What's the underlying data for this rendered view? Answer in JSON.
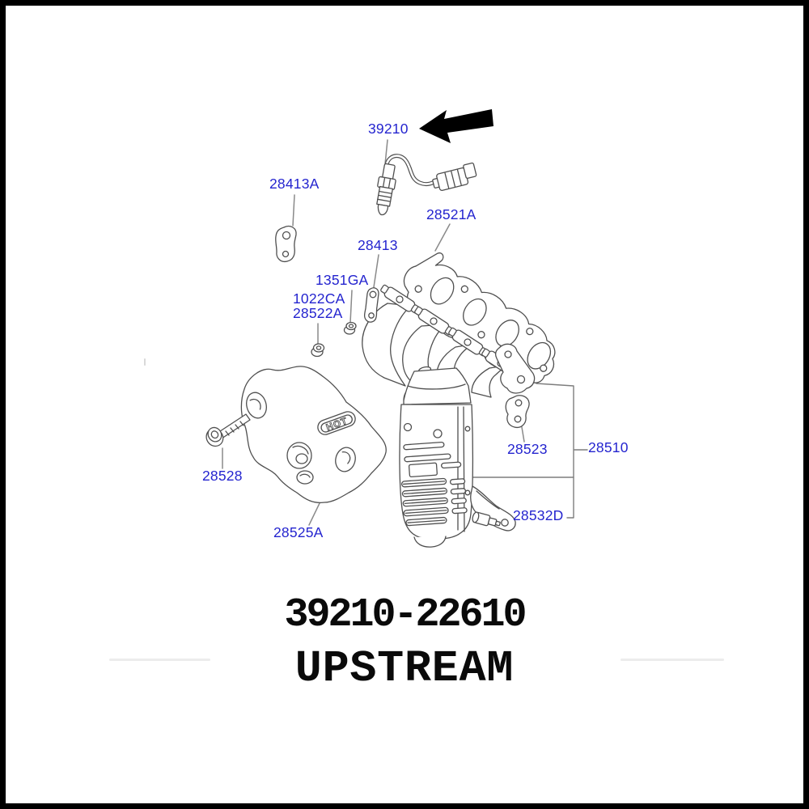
{
  "diagram": {
    "label_color": "#2424cf",
    "line_color": "#4f4f4f",
    "pointer_arrow_icon": "black-left-arrow",
    "hot_text": "HOT",
    "labels": [
      {
        "part": "39210",
        "text": "39210"
      },
      {
        "part": "28413A",
        "text": "28413A"
      },
      {
        "part": "28521A",
        "text": "28521A"
      },
      {
        "part": "28413",
        "text": "28413"
      },
      {
        "part": "1351GA",
        "text": "1351GA"
      },
      {
        "part": "1022CA",
        "text": "1022CA"
      },
      {
        "part": "28522A",
        "text": "28522A"
      },
      {
        "part": "28523",
        "text": "28523"
      },
      {
        "part": "28510",
        "text": "28510"
      },
      {
        "part": "28532D",
        "text": "28532D"
      },
      {
        "part": "28528",
        "text": "28528"
      },
      {
        "part": "28525A",
        "text": "28525A"
      }
    ]
  },
  "caption": {
    "part_code": "39210-22610",
    "position_text": "UPSTREAM"
  }
}
